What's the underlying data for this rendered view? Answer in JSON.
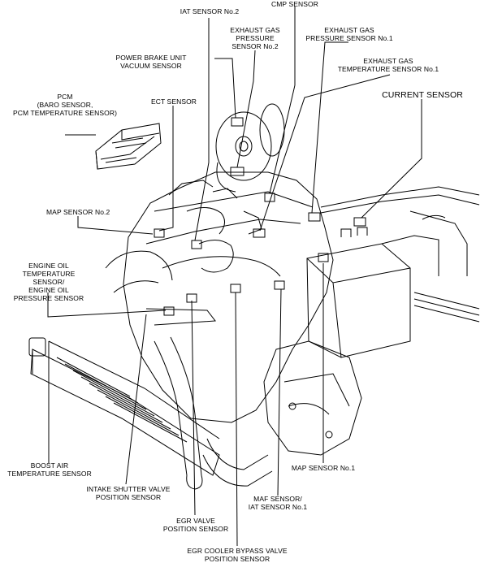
{
  "labels": {
    "iat_sensor_2": "IAT SENSOR No.2",
    "cmp_sensor": "CMP SENSOR",
    "exhaust_gas_pressure_sensor_2": "EXHAUST GAS\nPRESSURE\nSENSOR No.2",
    "exhaust_gas_pressure_sensor_1": "EXHAUST GAS\nPRESSURE SENSOR No.1",
    "power_brake_unit_vacuum_sensor": "POWER BRAKE UNIT\nVACUUM SENSOR",
    "exhaust_gas_temperature_sensor_1": "EXHAUST GAS\nTEMPERATURE SENSOR No.1",
    "pcm": "PCM\n(BARO SENSOR,\nPCM TEMPERATURE SENSOR)",
    "ect_sensor": "ECT SENSOR",
    "current_sensor": "CURRENT SENSOR",
    "map_sensor_2": "MAP SENSOR No.2",
    "engine_oil_sensors": "ENGINE OIL\nTEMPERATURE SENSOR/\nENGINE OIL\nPRESSURE SENSOR",
    "boost_air_temperature_sensor": "BOOST AIR\nTEMPERATURE SENSOR",
    "map_sensor_1": "MAP SENSOR No.1",
    "intake_shutter_valve_position_sensor": "INTAKE SHUTTER VALVE\nPOSITION SENSOR",
    "maf_iat_sensor_1": "MAF SENSOR/\nIAT SENSOR No.1",
    "egr_valve_position_sensor": "EGR VALVE\nPOSITION SENSOR",
    "egr_cooler_bypass_valve_position_sensor": "EGR COOLER BYPASS VALVE\nPOSITION SENSOR"
  }
}
